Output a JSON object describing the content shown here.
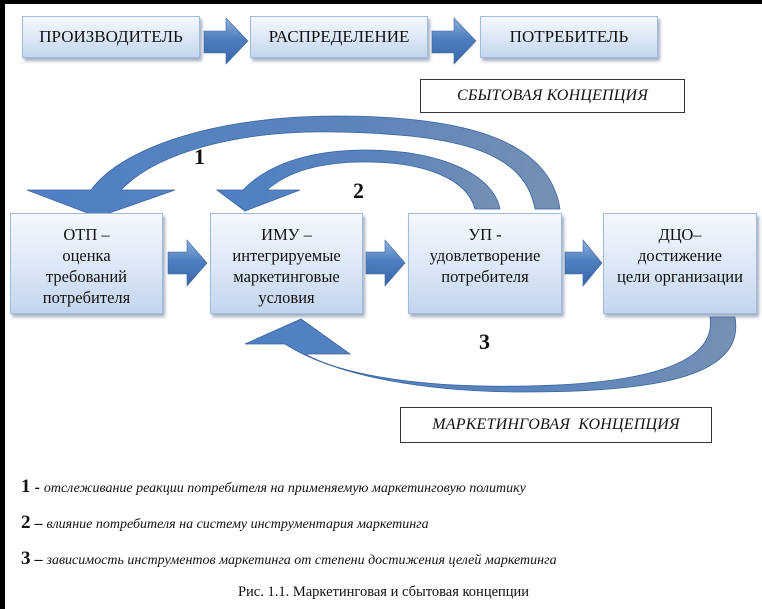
{
  "top_flow": {
    "boxes": [
      "ПРОИЗВОДИТЕЛЬ",
      "РАСПРЕДЕЛЕНИЕ",
      "ПОТРЕБИТЕЛЬ"
    ],
    "concept_label": "СБЫТОВАЯ КОНЦЕПЦИЯ"
  },
  "marketing_flow": {
    "boxes": [
      {
        "lines": [
          "ОТП –",
          "оценка",
          "требований",
          "потребителя"
        ]
      },
      {
        "lines": [
          "ИМУ –",
          "интегрируемые",
          "маркетинговые",
          "условия"
        ]
      },
      {
        "lines": [
          "УП -",
          "удовлетворение",
          "потребителя"
        ]
      },
      {
        "lines": [
          "ДЦО–",
          "достижение",
          "цели организации"
        ]
      }
    ],
    "feedback_labels": [
      "1",
      "2",
      "3"
    ],
    "concept_label": "МАРКЕТИНГОВАЯ  КОНЦЕПЦИЯ"
  },
  "legend": [
    {
      "num": "1",
      "sep": " - ",
      "text": "отслеживание реакции потребителя на применяемую маркетинговую политику"
    },
    {
      "num": "2",
      "sep": " – ",
      "text": "влияние потребителя на систему инструментария маркетинга"
    },
    {
      "num": "3",
      "sep": " – ",
      "text": "зависимость инструментов маркетинга от степени достижения целей маркетинга"
    }
  ],
  "caption": "Рис. 1.1. Маркетинговая и сбытовая концепции",
  "colors": {
    "arrow_blue": "#4f81bd",
    "arrow_dark": "#6f8db3",
    "box_border": "#9fbbe0"
  }
}
